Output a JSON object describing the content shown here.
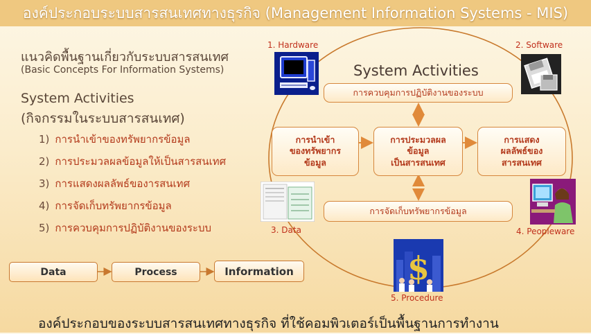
{
  "title": "องค์ประกอบระบบสารสนเทศทางธุรกิจ (Management Information Systems - MIS)",
  "left": {
    "heading_th": "แนวคิดพื้นฐานเกี่ยวกับระบบสารสนเทศ",
    "heading_en": "(Basic Concepts For Information Systems)",
    "activities_title": "System Activities",
    "activities_subtitle": "(กิจกรรมในระบบสารสนเทศ)",
    "items": [
      {
        "num": "1)",
        "text": "การนำเข้าของทรัพยากรข้อมูล"
      },
      {
        "num": "2)",
        "text": "การประมวลผลข้อมูลให้เป็นสารสนเทศ"
      },
      {
        "num": "3)",
        "text": "การแสดงผลลัพธ์ของารสนเทศ"
      },
      {
        "num": "4)",
        "text": "การจัดเก็บทรัพยากรข้อมูล"
      },
      {
        "num": "5)",
        "text": "การควบคุมการปฏิบัติงานของระบบ"
      }
    ]
  },
  "flow": [
    "Data",
    "Process",
    "Information"
  ],
  "diagram": {
    "title": "System Activities",
    "control": "การควบคุมการปฏิบัติงานของระบบ",
    "input": [
      "การนำเข้า",
      "ของทรัพยากร",
      "ข้อมูล"
    ],
    "process": [
      "การประมวลผล",
      "ข้อมูล",
      "เป็นสารสนเทศ"
    ],
    "output": [
      "การแสดง",
      "ผลลัพธ์ของ",
      "สารสนเทศ"
    ],
    "storage": "การจัดเก็บทรัพยากรข้อมูล",
    "components": {
      "hardware": "1. Hardware",
      "software": "2. Software",
      "data": "3. Data",
      "peopleware": "4. Peopleware",
      "procedure": "5. Procedure"
    }
  },
  "footer": "องค์ประกอบของระบบสารสนเทศทางธุรกิจ  ที่ใช้คอมพิวเตอร์เป็นพื้นฐานการทำงาน",
  "colors": {
    "accent": "#b33a1c",
    "title_bar": "#efc880",
    "box_border": "#d5863c"
  }
}
